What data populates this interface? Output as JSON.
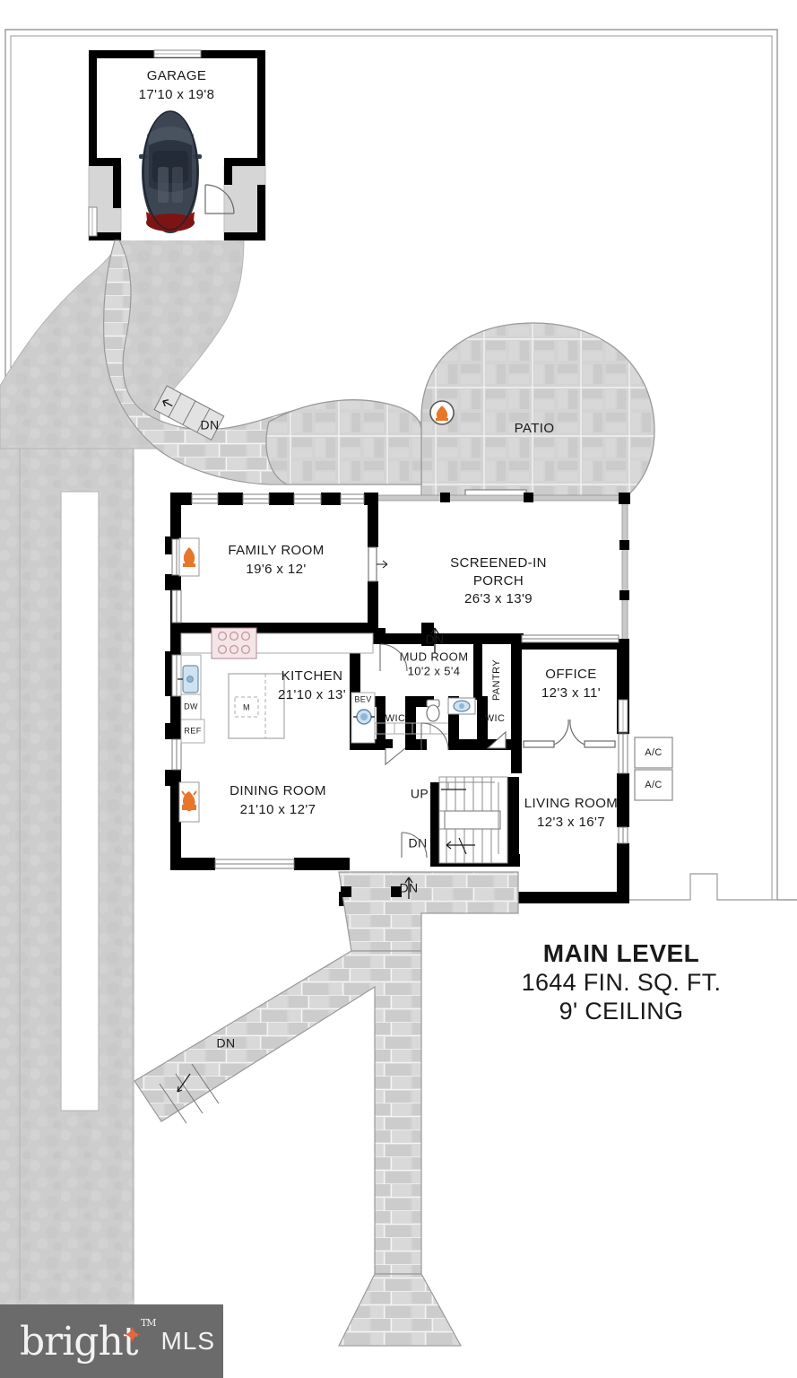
{
  "title_block": {
    "level": "MAIN LEVEL",
    "area": "1644 FIN. SQ. FT.",
    "ceiling": "9' CEILING"
  },
  "watermark": {
    "brand": "bright",
    "suffix": "MLS",
    "tm": "TM",
    "star_color": "#e8663c",
    "bg_color": "#6b6b6b"
  },
  "rooms": [
    {
      "key": "garage",
      "name": "GARAGE",
      "dim": "17'10 x 19'8"
    },
    {
      "key": "family",
      "name": "FAMILY ROOM",
      "dim": "19'6 x 12'"
    },
    {
      "key": "kitchen",
      "name": "KITCHEN",
      "dim": "21'10 x 13'"
    },
    {
      "key": "dining",
      "name": "DINING ROOM",
      "dim": "21'10 x 12'7"
    },
    {
      "key": "porch1",
      "name": "SCREENED-IN",
      "dim": ""
    },
    {
      "key": "porch2",
      "name": "PORCH",
      "dim": "26'3 x 13'9"
    },
    {
      "key": "mud",
      "name": "MUD ROOM",
      "dim": "10'2 x 5'4"
    },
    {
      "key": "office",
      "name": "OFFICE",
      "dim": "12'3 x 11'"
    },
    {
      "key": "living",
      "name": "LIVING ROOM",
      "dim": "12'3 x 16'7"
    },
    {
      "key": "patio",
      "name": "PATIO",
      "dim": ""
    }
  ],
  "labels": {
    "pantry": "PANTRY",
    "wic_left": "WIC",
    "wic_right": "WIC",
    "bev": "BEV",
    "dw": "DW",
    "ref": "REF",
    "island_micro": "M",
    "ac_1": "A/C",
    "ac_2": "A/C",
    "stair_up": "UP"
  },
  "stair_markers": {
    "dn_drive": "DN",
    "dn_patio": "DN",
    "dn_mud": "DN",
    "dn_stair": "DN",
    "dn_front": "DN",
    "dn_walk": "DN"
  },
  "colors": {
    "wall": "#000000",
    "paving": "#d4d4d4",
    "paving_line": "#f2f2f2",
    "driveway": "#cfcfcf",
    "fire_orange": "#e8762a",
    "car_body": "#3a4452",
    "car_dark": "#232b36",
    "car_tail": "#8e1515",
    "fixture_blue": "#8fb8d8",
    "burner_pink": "#e8b8bc",
    "thin_line": "#8a8a8a"
  }
}
